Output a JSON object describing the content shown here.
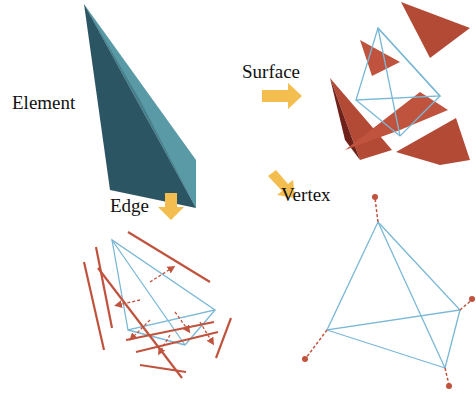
{
  "diagram": {
    "labels": [
      "Element",
      "Surface",
      "Edge",
      "Vertex"
    ]
  }
}
